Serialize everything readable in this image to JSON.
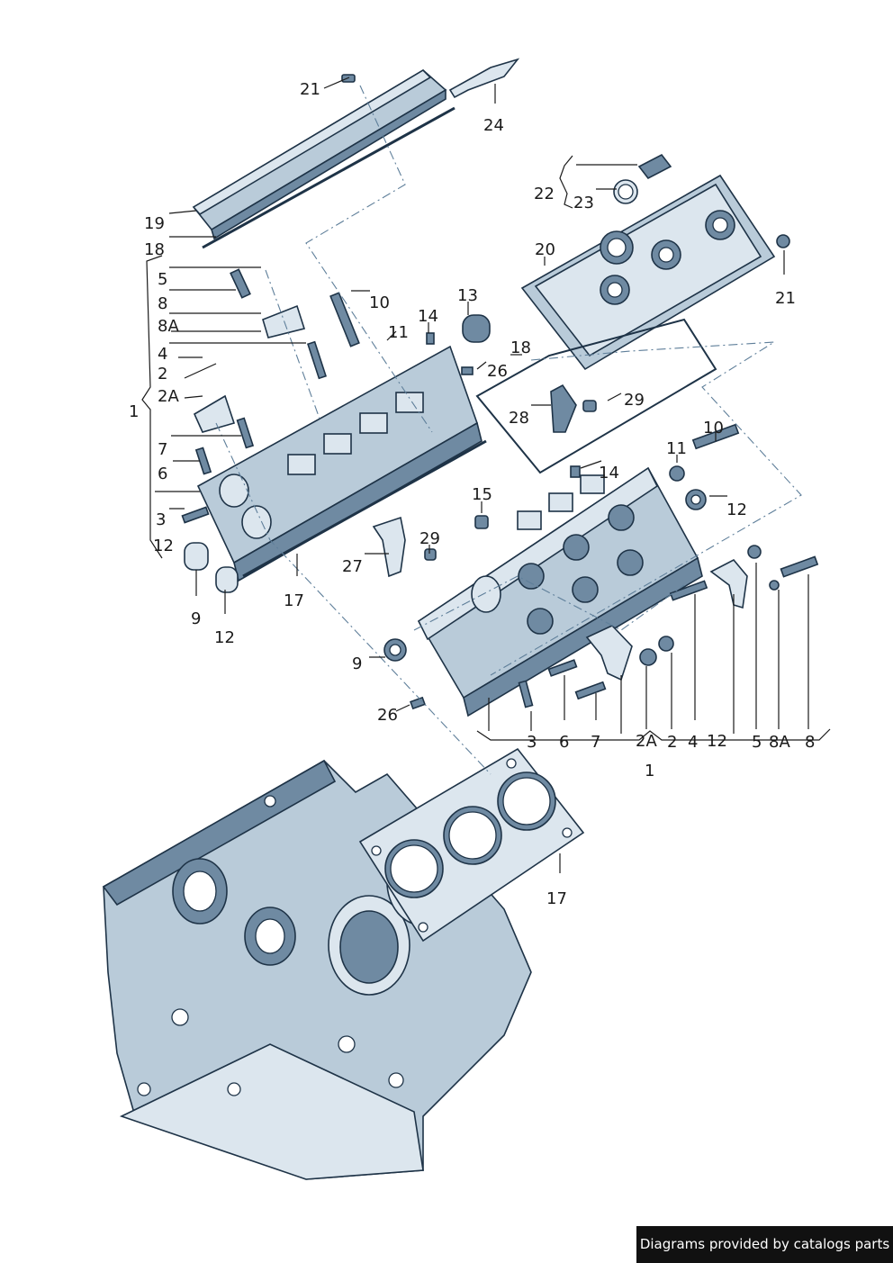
{
  "footer": {
    "credit": "Diagrams provided by catalogs parts"
  },
  "callouts": [
    {
      "id": "c21a",
      "text": "21"
    },
    {
      "id": "c24",
      "text": "24"
    },
    {
      "id": "c19",
      "text": "19"
    },
    {
      "id": "c18a",
      "text": "18"
    },
    {
      "id": "c5a",
      "text": "5"
    },
    {
      "id": "c8a",
      "text": "8"
    },
    {
      "id": "c8Aa",
      "text": "8A"
    },
    {
      "id": "c4a",
      "text": "4"
    },
    {
      "id": "c2a",
      "text": "2"
    },
    {
      "id": "c2Aa",
      "text": "2A"
    },
    {
      "id": "c1a",
      "text": "1"
    },
    {
      "id": "c7a",
      "text": "7"
    },
    {
      "id": "c6a",
      "text": "6"
    },
    {
      "id": "c3a",
      "text": "3"
    },
    {
      "id": "c12a",
      "text": "12"
    },
    {
      "id": "c9a",
      "text": "9"
    },
    {
      "id": "c12b",
      "text": "12"
    },
    {
      "id": "c17a",
      "text": "17"
    },
    {
      "id": "c10a",
      "text": "10"
    },
    {
      "id": "c11a",
      "text": "11"
    },
    {
      "id": "c14a",
      "text": "14"
    },
    {
      "id": "c13",
      "text": "13"
    },
    {
      "id": "c26a",
      "text": "26"
    },
    {
      "id": "c18b",
      "text": "18"
    },
    {
      "id": "c28",
      "text": "28"
    },
    {
      "id": "c29a",
      "text": "29"
    },
    {
      "id": "c22",
      "text": "22"
    },
    {
      "id": "c23",
      "text": "23"
    },
    {
      "id": "c20",
      "text": "20"
    },
    {
      "id": "c21b",
      "text": "21"
    },
    {
      "id": "c10b",
      "text": "10"
    },
    {
      "id": "c11b",
      "text": "11"
    },
    {
      "id": "c14b",
      "text": "14"
    },
    {
      "id": "c12c",
      "text": "12"
    },
    {
      "id": "c15",
      "text": "15"
    },
    {
      "id": "c29b",
      "text": "29"
    },
    {
      "id": "c27",
      "text": "27"
    },
    {
      "id": "c9b",
      "text": "9"
    },
    {
      "id": "c26b",
      "text": "26"
    },
    {
      "id": "c3b",
      "text": "3"
    },
    {
      "id": "c6b",
      "text": "6"
    },
    {
      "id": "c7b",
      "text": "7"
    },
    {
      "id": "c2Ab",
      "text": "2A"
    },
    {
      "id": "c2b",
      "text": "2"
    },
    {
      "id": "c4b",
      "text": "4"
    },
    {
      "id": "c12d",
      "text": "12"
    },
    {
      "id": "c5b",
      "text": "5"
    },
    {
      "id": "c8Ab",
      "text": "8A"
    },
    {
      "id": "c8b",
      "text": "8"
    },
    {
      "id": "c1b",
      "text": "1"
    },
    {
      "id": "c17b",
      "text": "17"
    }
  ]
}
